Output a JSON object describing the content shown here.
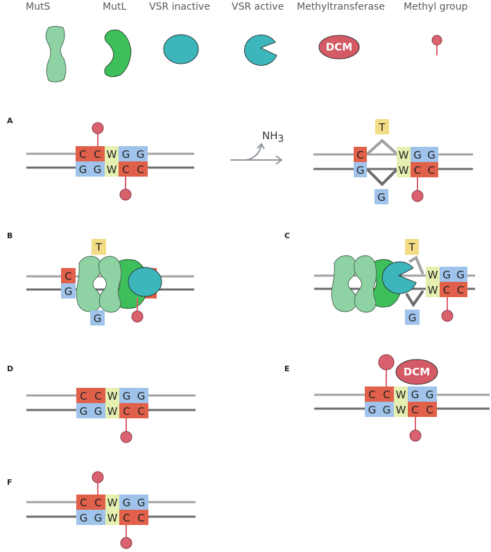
{
  "legend": {
    "muts": "MutS",
    "mutl": "MutL",
    "vsr_inactive": "VSR inactive",
    "vsr_active": "VSR active",
    "methyltransferase": "Methyltransferase",
    "methyl_group": "Methyl group",
    "dcm": "DCM"
  },
  "panels": {
    "A": "A",
    "B": "B",
    "C": "C",
    "D": "D",
    "E": "E",
    "F": "F"
  },
  "reaction": {
    "label": "NH",
    "subscript": "3"
  },
  "bases": {
    "C": "C",
    "G": "G",
    "W": "W",
    "T": "T"
  },
  "colors": {
    "c_base": "#e0604a",
    "g_base": "#9fc3ea",
    "w_base": "#e5efb0",
    "t_base": "#f3dc86",
    "methyl": "#d9626e",
    "muts": "#8fd3a4",
    "mutl": "#3dc05a",
    "vsr": "#3cb6bb",
    "dcm": "#d45a66",
    "strand_top": "#a2a2a2",
    "strand_bottom": "#6b6b6b"
  }
}
